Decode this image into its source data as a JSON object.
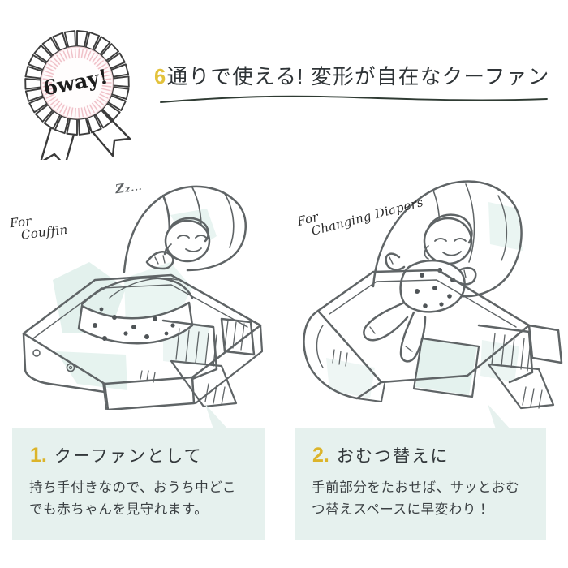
{
  "header": {
    "badge": {
      "text": "6way!",
      "icon": "rosette-badge-icon"
    },
    "headline_number": "6",
    "headline_text": "通りで使える! 変形が自在なクーファン"
  },
  "illustrations": [
    {
      "id": "couffin",
      "label_line1": "For",
      "label_line2": "Couffin",
      "sleep_mark": "Z",
      "sleep_mark_small": "z...",
      "alt": "bassinet-with-sleeping-baby"
    },
    {
      "id": "changing-diapers",
      "label_line1": "For",
      "label_line2": "Changing Diapers",
      "alt": "bassinet-folded-down-for-diaper-change"
    }
  ],
  "panels": [
    {
      "number": "1.",
      "heading": "クーファンとして",
      "body_line1": "持ち手付きなので、おうち中どこ",
      "body_line2": "でも赤ちゃんを見守れます。"
    },
    {
      "number": "2.",
      "heading": "おむつ替えに",
      "body_line1": "手前部分をたおせば、サッとおむ",
      "body_line2": "つ替えスペースに早変わり！"
    }
  ],
  "colors": {
    "gold": "#dcb42a",
    "mint_panel": "#e6f1ee",
    "mint_accent": "#d6ebe5",
    "ink": "#5a5f62",
    "pink": "#f0cdd2",
    "text_dark": "#33383b"
  }
}
